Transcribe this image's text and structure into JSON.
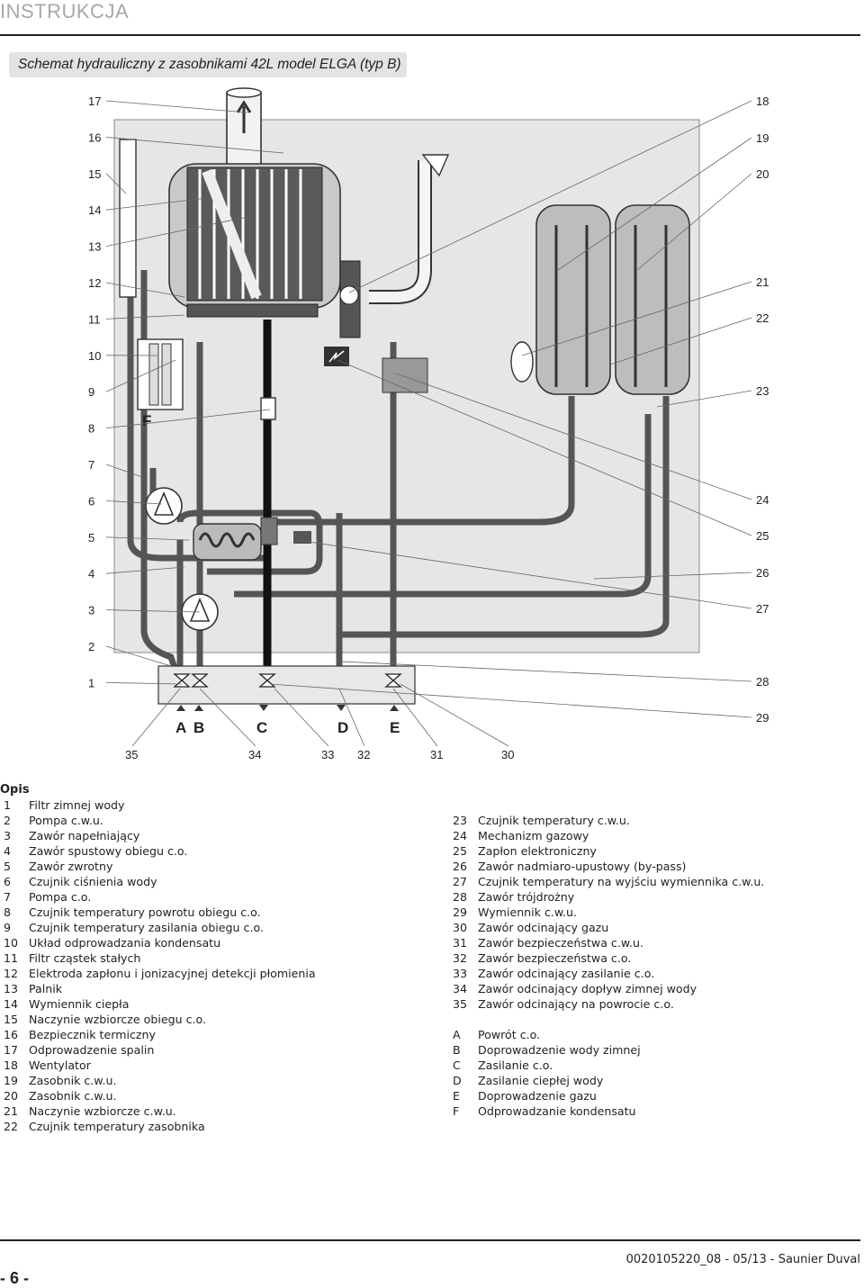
{
  "header": {
    "title": "INSTRUKCJA"
  },
  "figure": {
    "caption": "Schemat hydrauliczny z zasobnikami 42L model ELGA (typ B)",
    "left_callouts": [
      "17",
      "16",
      "15",
      "14",
      "13",
      "12",
      "11",
      "10",
      "9",
      "8",
      "7",
      "6",
      "5",
      "4",
      "3",
      "2",
      "1"
    ],
    "right_callouts": [
      "18",
      "19",
      "20",
      "21",
      "22",
      "23",
      "24",
      "25",
      "26",
      "27",
      "28",
      "29"
    ],
    "bottom_callouts": [
      "35",
      "34",
      "33",
      "32",
      "31",
      "30"
    ],
    "connection_labels": [
      "A",
      "B",
      "C",
      "D",
      "E"
    ],
    "condensate_label": "F"
  },
  "legend": {
    "heading": "Opis",
    "left": [
      {
        "n": "1",
        "t": "Filtr zimnej wody"
      },
      {
        "n": "2",
        "t": "Pompa c.w.u."
      },
      {
        "n": "3",
        "t": "Zawór napełniający"
      },
      {
        "n": "4",
        "t": "Zawór spustowy obiegu c.o."
      },
      {
        "n": "5",
        "t": "Zawór zwrotny"
      },
      {
        "n": "6",
        "t": "Czujnik ciśnienia wody"
      },
      {
        "n": "7",
        "t": "Pompa c.o."
      },
      {
        "n": "8",
        "t": "Czujnik temperatury powrotu obiegu c.o."
      },
      {
        "n": "9",
        "t": "Czujnik temperatury zasilania obiegu c.o."
      },
      {
        "n": "10",
        "t": "Układ odprowadzania kondensatu"
      },
      {
        "n": "11",
        "t": "Filtr cząstek stałych"
      },
      {
        "n": "12",
        "t": "Elektroda zapłonu i jonizacyjnej detekcji płomienia"
      },
      {
        "n": "13",
        "t": "Palnik"
      },
      {
        "n": "14",
        "t": "Wymiennik ciepła"
      },
      {
        "n": "15",
        "t": "Naczynie wzbiorcze obiegu c.o."
      },
      {
        "n": "16",
        "t": "Bezpiecznik termiczny"
      },
      {
        "n": "17",
        "t": "Odprowadzenie spalin"
      },
      {
        "n": "18",
        "t": "Wentylator"
      },
      {
        "n": "19",
        "t": "Zasobnik c.w.u."
      },
      {
        "n": "20",
        "t": "Zasobnik c.w.u."
      },
      {
        "n": "21",
        "t": "Naczynie wzbiorcze c.w.u."
      },
      {
        "n": "22",
        "t": "Czujnik temperatury zasobnika"
      }
    ],
    "right": [
      {
        "n": "23",
        "t": "Czujnik temperatury c.w.u."
      },
      {
        "n": "24",
        "t": "Mechanizm gazowy"
      },
      {
        "n": "25",
        "t": "Zapłon elektroniczny"
      },
      {
        "n": "26",
        "t": "Zawór nadmiaro-upustowy (by-pass)"
      },
      {
        "n": "27",
        "t": "Czujnik temperatury na wyjściu wymiennika c.w.u."
      },
      {
        "n": "28",
        "t": "Zawór trójdrożny"
      },
      {
        "n": "29",
        "t": "Wymiennik c.w.u."
      },
      {
        "n": "30",
        "t": "Zawór odcinający gazu"
      },
      {
        "n": "31",
        "t": "Zawór bezpieczeństwa c.w.u."
      },
      {
        "n": "32",
        "t": "Zawór bezpieczeństwa c.o."
      },
      {
        "n": "33",
        "t": "Zawór odcinający zasilanie c.o."
      },
      {
        "n": "34",
        "t": "Zawór odcinający dopływ zimnej wody"
      },
      {
        "n": "35",
        "t": "Zawór odcinający na powrocie c.o."
      }
    ],
    "letters": [
      {
        "n": "A",
        "t": "Powrót c.o."
      },
      {
        "n": "B",
        "t": "Doprowadzenie wody zimnej"
      },
      {
        "n": "C",
        "t": "Zasilanie c.o."
      },
      {
        "n": "D",
        "t": "Zasilanie ciepłej wody"
      },
      {
        "n": "E",
        "t": "Doprowadzenie gazu"
      },
      {
        "n": "F",
        "t": "Odprowadzanie kondensatu"
      }
    ]
  },
  "footer": {
    "page": "- 6 -",
    "doc_ref": "0020105220_08 - 05/13 - Saunier Duval"
  }
}
